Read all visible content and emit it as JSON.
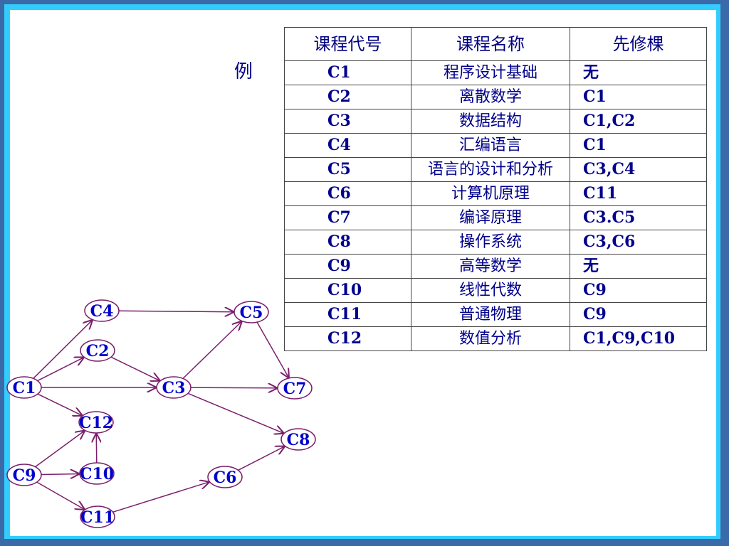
{
  "example_label": "例",
  "table": {
    "headers": [
      "课程代号",
      "课程名称",
      "先修棵"
    ],
    "rows": [
      {
        "code": "C1",
        "name": "程序设计基础",
        "pre": "无"
      },
      {
        "code": "C2",
        "name": "离散数学",
        "pre": "C1"
      },
      {
        "code": "C3",
        "name": "数据结构",
        "pre": "C1,C2"
      },
      {
        "code": "C4",
        "name": "汇编语言",
        "pre": "C1"
      },
      {
        "code": "C5",
        "name": "语言的设计和分析",
        "pre": "C3,C4"
      },
      {
        "code": "C6",
        "name": "计算机原理",
        "pre": "C11"
      },
      {
        "code": "C7",
        "name": "编译原理",
        "pre": "C3.C5"
      },
      {
        "code": "C8",
        "name": "操作系统",
        "pre": "C3,C6"
      },
      {
        "code": "C9",
        "name": "高等数学",
        "pre": "无"
      },
      {
        "code": "C10",
        "name": "线性代数",
        "pre": "C9"
      },
      {
        "code": "C11",
        "name": "普通物理",
        "pre": "C9"
      },
      {
        "code": "C12",
        "name": "数值分析",
        "pre": "C1,C9,C10"
      }
    ]
  },
  "graph": {
    "nodes": [
      "C1",
      "C2",
      "C3",
      "C4",
      "C5",
      "C6",
      "C7",
      "C8",
      "C9",
      "C10",
      "C11",
      "C12"
    ],
    "edges": [
      [
        "C1",
        "C4"
      ],
      [
        "C1",
        "C2"
      ],
      [
        "C1",
        "C3"
      ],
      [
        "C1",
        "C12"
      ],
      [
        "C2",
        "C3"
      ],
      [
        "C4",
        "C5"
      ],
      [
        "C3",
        "C5"
      ],
      [
        "C3",
        "C7"
      ],
      [
        "C3",
        "C8"
      ],
      [
        "C5",
        "C7"
      ],
      [
        "C9",
        "C12"
      ],
      [
        "C9",
        "C10"
      ],
      [
        "C9",
        "C11"
      ],
      [
        "C10",
        "C12"
      ],
      [
        "C11",
        "C6"
      ],
      [
        "C6",
        "C8"
      ]
    ]
  },
  "colors": {
    "border_outer": "#3b6aa8",
    "border_inner": "#33ccff",
    "text": "#00008b",
    "node_text": "#0000cc",
    "edge": "#7a1f6b"
  }
}
